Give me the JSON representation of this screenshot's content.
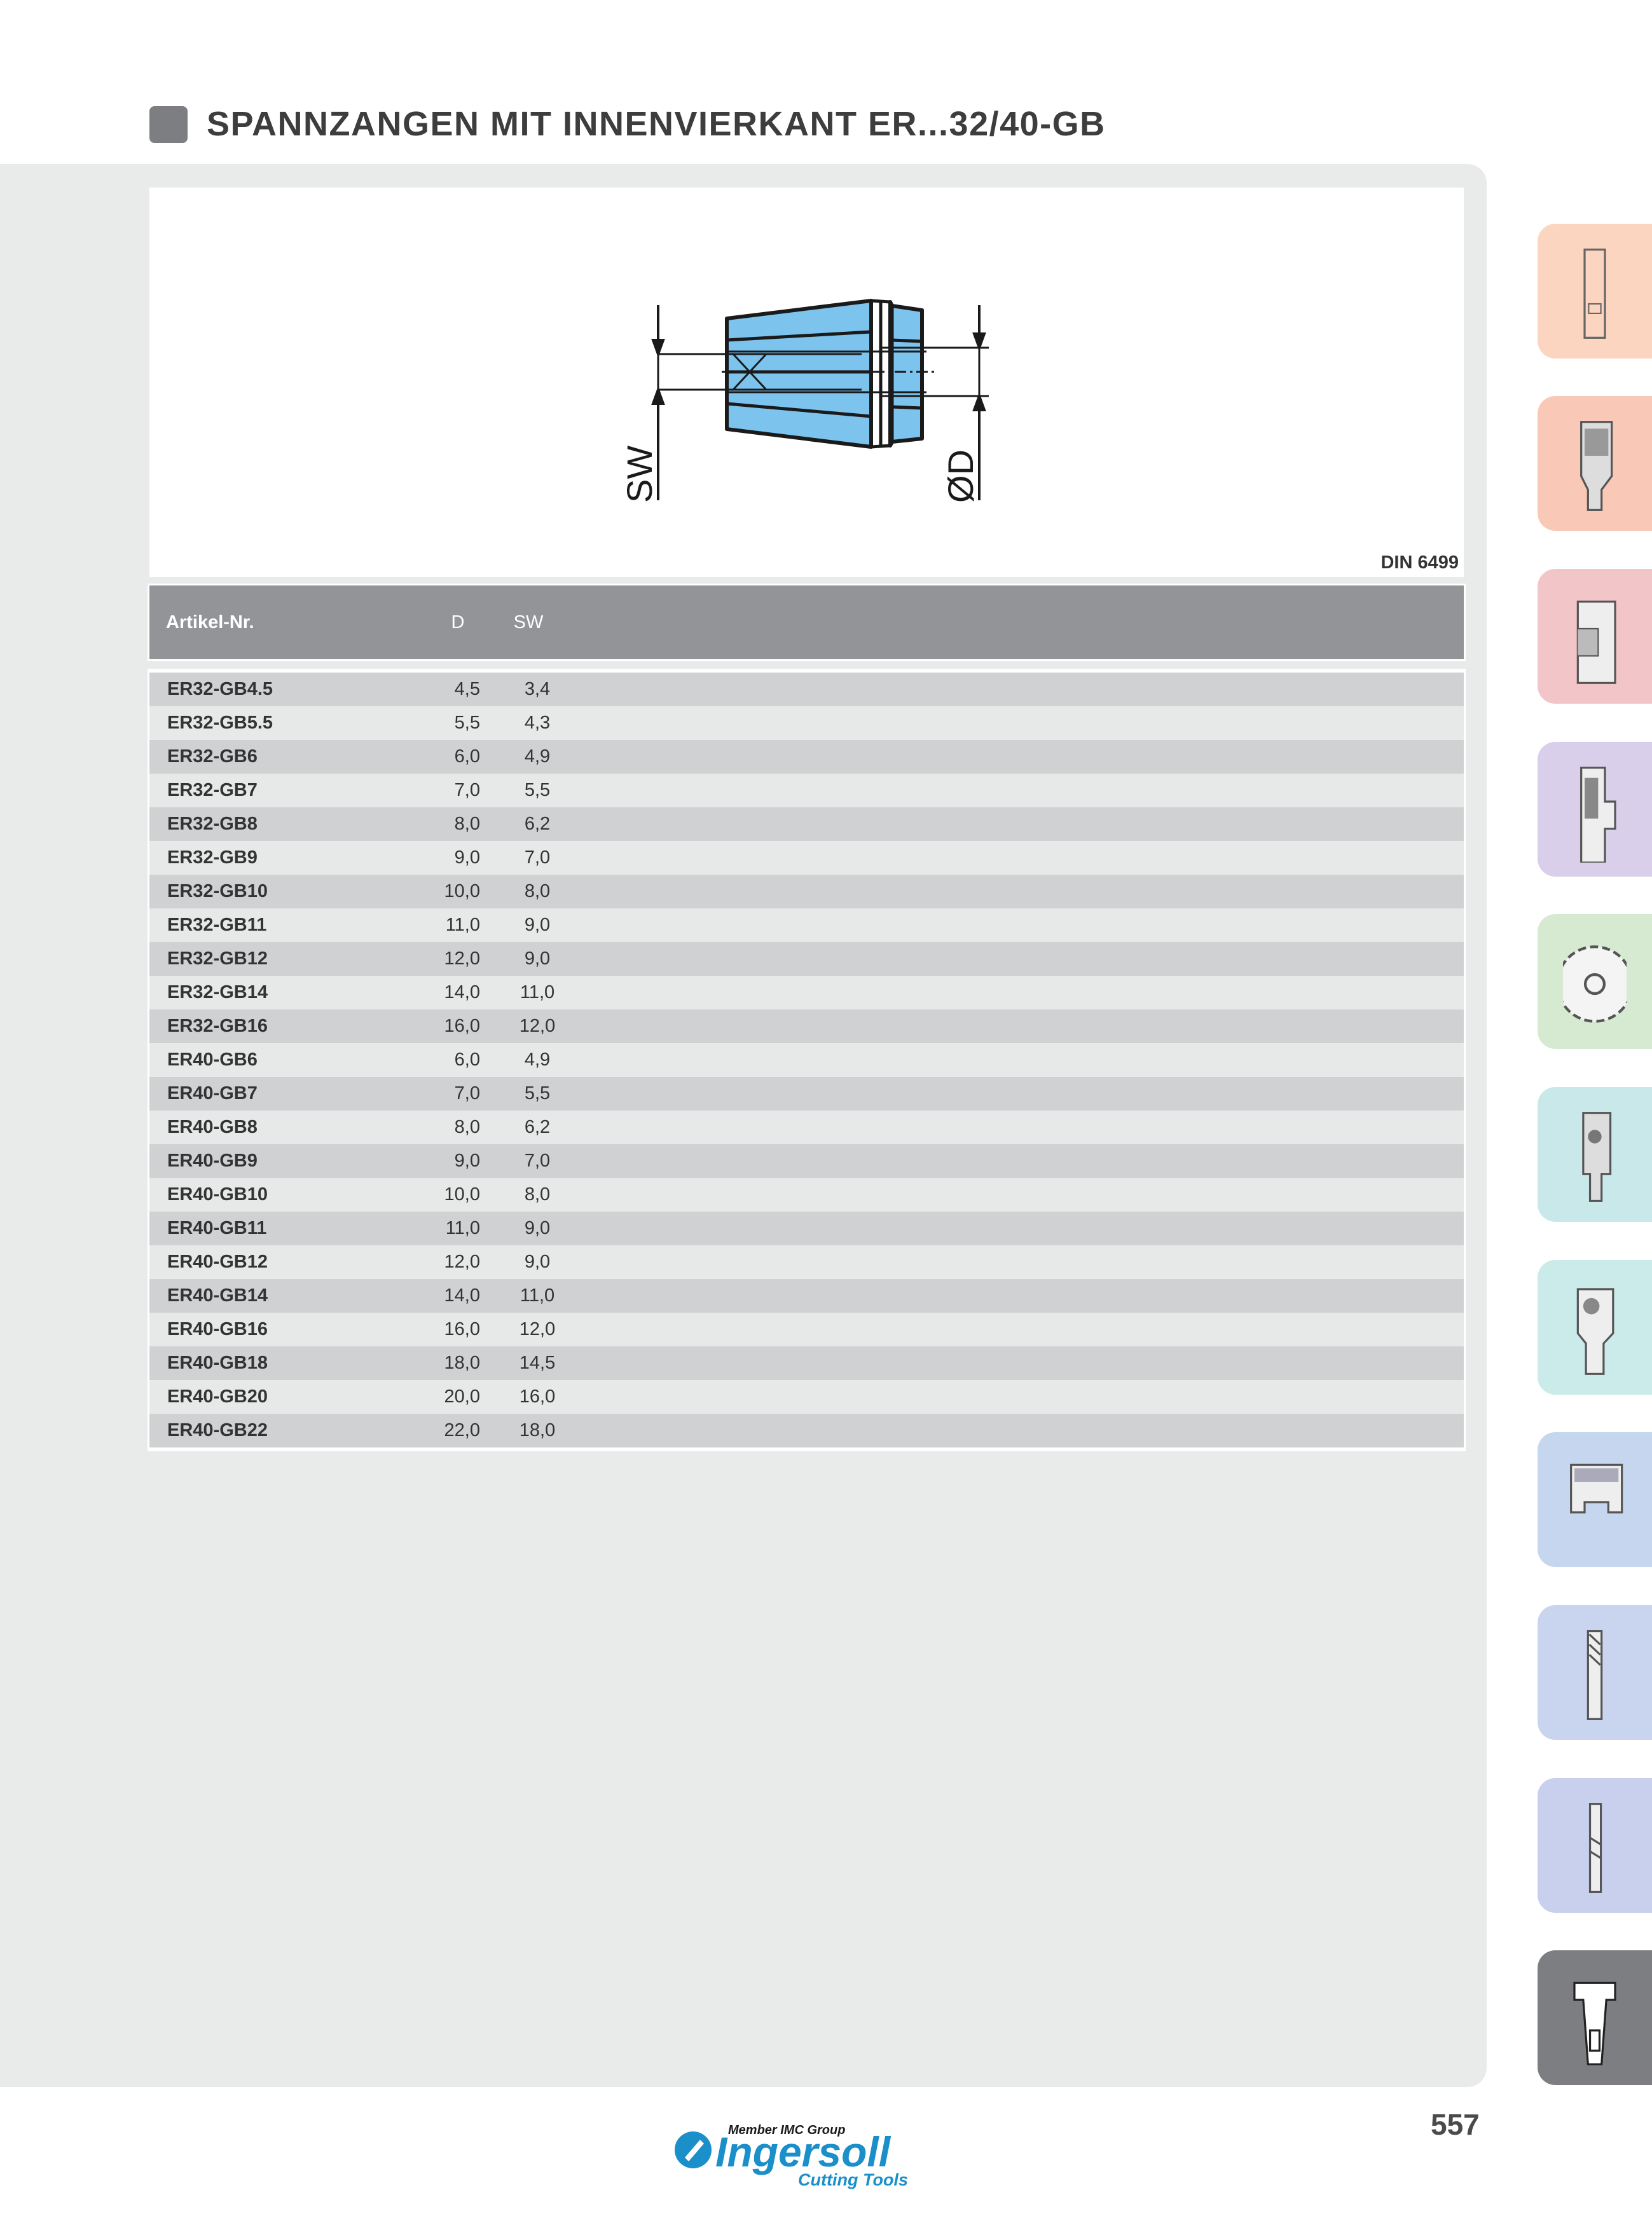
{
  "page": {
    "title": "SPANNZANGEN MIT INNENVIERKANT ER...32/40-GB",
    "page_number": "557"
  },
  "drawing": {
    "standard_label": "DIN 6499",
    "dimension_labels": {
      "sw": "SW",
      "d": "ØD"
    },
    "fill_color": "#7cc3ee"
  },
  "table": {
    "headers": {
      "article": "Artikel-Nr.",
      "d": "D",
      "sw": "SW"
    },
    "rows": [
      {
        "article": "ER32-GB4.5",
        "d": "4,5",
        "sw": "3,4"
      },
      {
        "article": "ER32-GB5.5",
        "d": "5,5",
        "sw": "4,3"
      },
      {
        "article": "ER32-GB6",
        "d": "6,0",
        "sw": "4,9"
      },
      {
        "article": "ER32-GB7",
        "d": "7,0",
        "sw": "5,5"
      },
      {
        "article": "ER32-GB8",
        "d": "8,0",
        "sw": "6,2"
      },
      {
        "article": "ER32-GB9",
        "d": "9,0",
        "sw": "7,0"
      },
      {
        "article": "ER32-GB10",
        "d": "10,0",
        "sw": "8,0"
      },
      {
        "article": "ER32-GB11",
        "d": "11,0",
        "sw": "9,0"
      },
      {
        "article": "ER32-GB12",
        "d": "12,0",
        "sw": "9,0"
      },
      {
        "article": "ER32-GB14",
        "d": "14,0",
        "sw": "11,0"
      },
      {
        "article": "ER32-GB16",
        "d": "16,0",
        "sw": "12,0"
      },
      {
        "article": "ER40-GB6",
        "d": "6,0",
        "sw": "4,9"
      },
      {
        "article": "ER40-GB7",
        "d": "7,0",
        "sw": "5,5"
      },
      {
        "article": "ER40-GB8",
        "d": "8,0",
        "sw": "6,2"
      },
      {
        "article": "ER40-GB9",
        "d": "9,0",
        "sw": "7,0"
      },
      {
        "article": "ER40-GB10",
        "d": "10,0",
        "sw": "8,0"
      },
      {
        "article": "ER40-GB11",
        "d": "11,0",
        "sw": "9,0"
      },
      {
        "article": "ER40-GB12",
        "d": "12,0",
        "sw": "9,0"
      },
      {
        "article": "ER40-GB14",
        "d": "14,0",
        "sw": "11,0"
      },
      {
        "article": "ER40-GB16",
        "d": "16,0",
        "sw": "12,0"
      },
      {
        "article": "ER40-GB18",
        "d": "18,0",
        "sw": "14,5"
      },
      {
        "article": "ER40-GB20",
        "d": "20,0",
        "sw": "16,0"
      },
      {
        "article": "ER40-GB22",
        "d": "22,0",
        "sw": "18,0"
      }
    ]
  },
  "side_tabs": [
    {
      "icon": "shank-endmill-icon",
      "color": "#fbd5c0"
    },
    {
      "icon": "indexable-endmill-icon",
      "color": "#f9c8b6"
    },
    {
      "icon": "shell-mill-icon",
      "color": "#f2c5c9"
    },
    {
      "icon": "face-mill-icon",
      "color": "#d9cfea"
    },
    {
      "icon": "saw-blade-icon",
      "color": "#d6ead2"
    },
    {
      "icon": "copy-mill-icon",
      "color": "#c8e8ea"
    },
    {
      "icon": "ball-mill-icon",
      "color": "#cbeaea"
    },
    {
      "icon": "disc-cutter-icon",
      "color": "#c5d6ee"
    },
    {
      "icon": "solid-endmill-icon",
      "color": "#c9d4ef"
    },
    {
      "icon": "drill-icon",
      "color": "#c9d0ee"
    },
    {
      "icon": "tool-holder-icon",
      "color": "#7c7e81"
    }
  ],
  "logo": {
    "member_text": "Member IMC Group",
    "brand": "Ingersoll",
    "subtitle": "Cutting Tools",
    "color": "#1a8fc9"
  }
}
